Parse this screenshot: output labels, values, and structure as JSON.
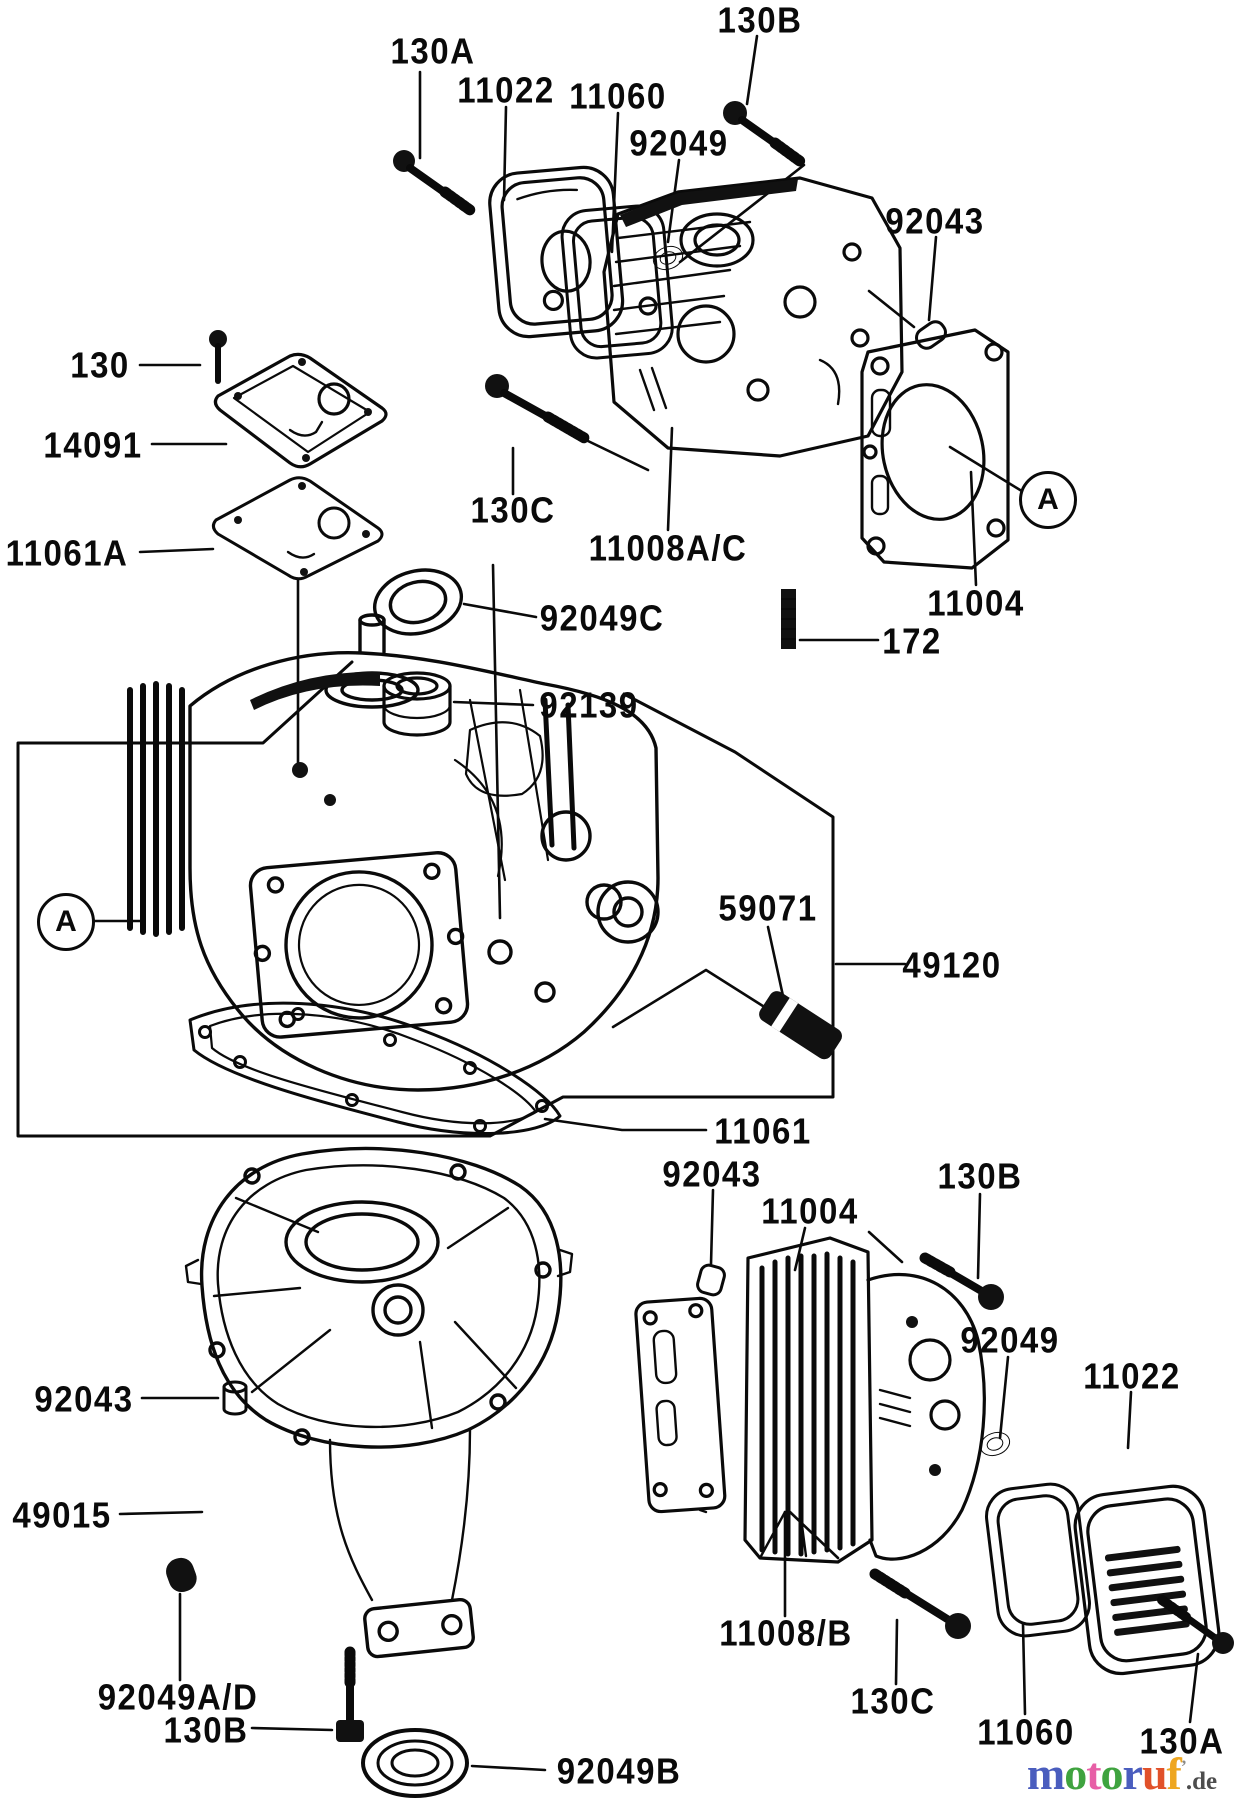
{
  "page": {
    "background": "#ffffff",
    "line_color": "#0a0a0a"
  },
  "diagram": {
    "type": "exploded-parts-diagram",
    "subject": "engine cylinder and crankcase assembly",
    "callouts": [
      {
        "id": "view-a-left",
        "label": "A"
      },
      {
        "id": "view-a-right",
        "label": "A"
      }
    ],
    "part_labels": [
      {
        "id": "130A-top",
        "part": "130A"
      },
      {
        "id": "11022-top",
        "part": "11022"
      },
      {
        "id": "11060-top",
        "part": "11060"
      },
      {
        "id": "92049-top",
        "part": "92049"
      },
      {
        "id": "130B-top",
        "part": "130B"
      },
      {
        "id": "92043-top",
        "part": "92043"
      },
      {
        "id": "130",
        "part": "130"
      },
      {
        "id": "14091",
        "part": "14091"
      },
      {
        "id": "11061A",
        "part": "11061A"
      },
      {
        "id": "130C-mid",
        "part": "130C"
      },
      {
        "id": "11008A-C",
        "part": "11008A/C"
      },
      {
        "id": "92049C",
        "part": "92049C"
      },
      {
        "id": "92139",
        "part": "92139"
      },
      {
        "id": "172",
        "part": "172"
      },
      {
        "id": "11004-top",
        "part": "11004"
      },
      {
        "id": "59071",
        "part": "59071"
      },
      {
        "id": "49120",
        "part": "49120"
      },
      {
        "id": "11061",
        "part": "11061"
      },
      {
        "id": "92043-mid",
        "part": "92043"
      },
      {
        "id": "130B-mid",
        "part": "130B"
      },
      {
        "id": "11004-low",
        "part": "11004"
      },
      {
        "id": "92049-low",
        "part": "92049"
      },
      {
        "id": "11022-low",
        "part": "11022"
      },
      {
        "id": "92043-low-left",
        "part": "92043"
      },
      {
        "id": "49015",
        "part": "49015"
      },
      {
        "id": "11008-B",
        "part": "11008/B"
      },
      {
        "id": "92049A-D",
        "part": "92049A/D"
      },
      {
        "id": "130B-bottom",
        "part": "130B"
      },
      {
        "id": "130C-bottom",
        "part": "130C"
      },
      {
        "id": "11060-bottom",
        "part": "11060"
      },
      {
        "id": "130A-bottom",
        "part": "130A"
      },
      {
        "id": "92049B",
        "part": "92049B"
      }
    ]
  },
  "watermark": {
    "brand": "motoruf",
    "tick": "’",
    "suffix": ".de",
    "letters": [
      {
        "char": "m",
        "style": "color:#4a5dbe"
      },
      {
        "char": "o",
        "style": "color:#3fa33f"
      },
      {
        "char": "t",
        "style": "color:#e75fa6"
      },
      {
        "char": "o",
        "style": "color:#3fa33f"
      },
      {
        "char": "r",
        "style": "color:#4a5dbe"
      },
      {
        "char": "u",
        "style": "color:#e1512a"
      },
      {
        "char": "f",
        "style": "color:#eea620"
      }
    ]
  }
}
